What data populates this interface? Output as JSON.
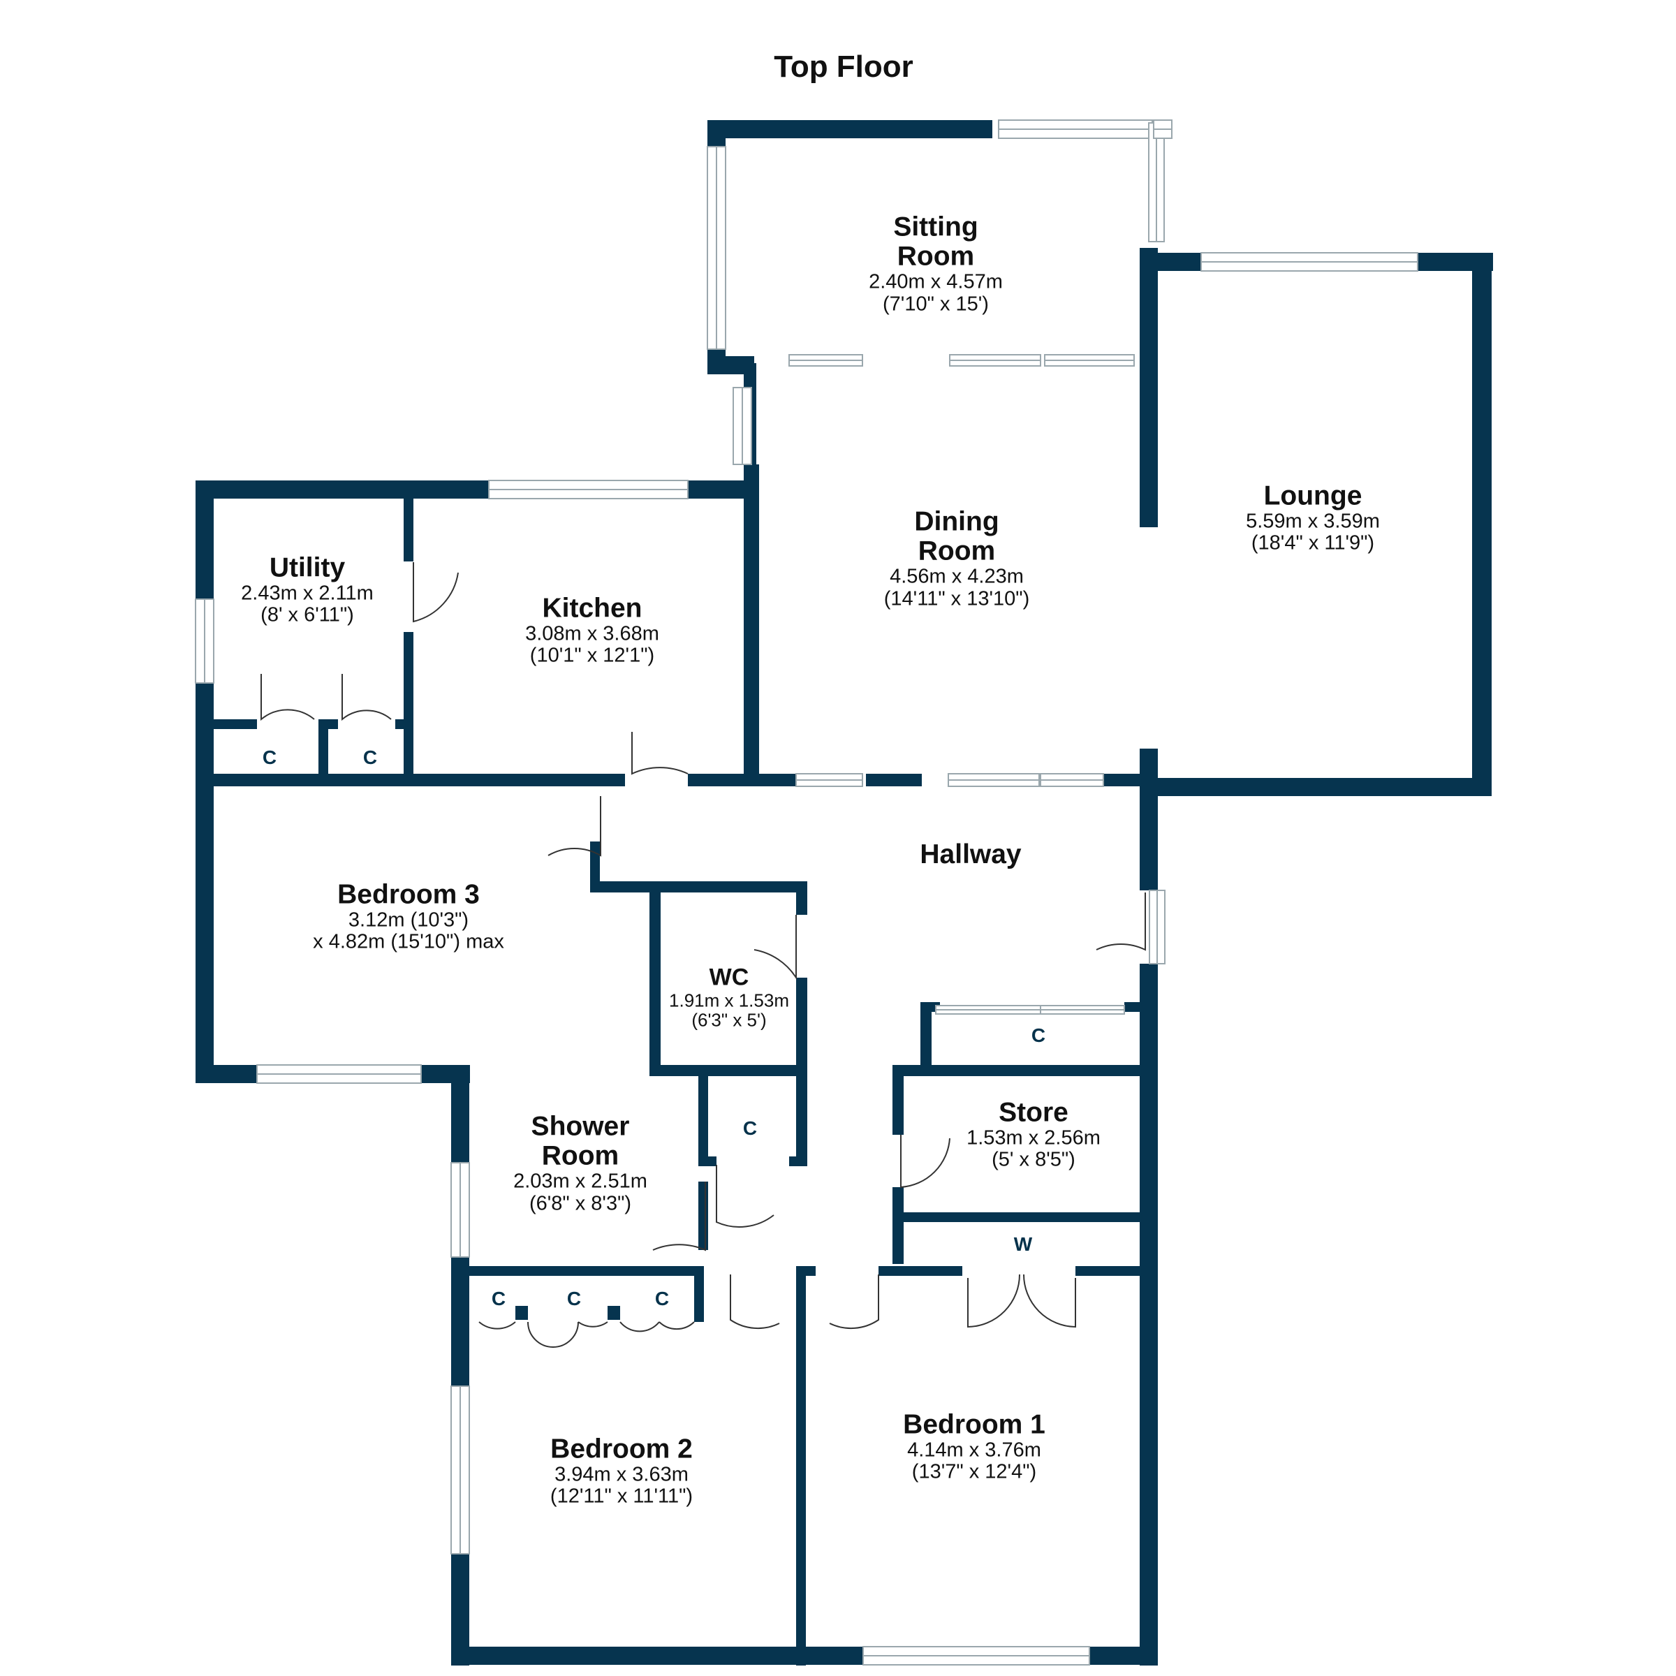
{
  "plan": {
    "title": "Top Floor",
    "colors": {
      "wall": "#06344f",
      "window_frame": "#9aa7ad",
      "door_arc": "#333333",
      "background": "#ffffff"
    },
    "rooms": {
      "sitting_room": {
        "name_line1": "Sitting",
        "name_line2": "Room",
        "dims_metric": "2.40m x 4.57m",
        "dims_imperial": "(7'10\" x 15')"
      },
      "lounge": {
        "name": "Lounge",
        "dims_metric": "5.59m x 3.59m",
        "dims_imperial": "(18'4\" x 11'9\")"
      },
      "dining_room": {
        "name_line1": "Dining",
        "name_line2": "Room",
        "dims_metric": "4.56m x 4.23m",
        "dims_imperial": "(14'11\" x 13'10\")"
      },
      "utility": {
        "name": "Utility",
        "dims_metric": "2.43m x 2.11m",
        "dims_imperial": "(8' x 6'11\")"
      },
      "kitchen": {
        "name": "Kitchen",
        "dims_metric": "3.08m x 3.68m",
        "dims_imperial": "(10'1\" x 12'1\")"
      },
      "hallway": {
        "name": "Hallway"
      },
      "bedroom_3": {
        "name": "Bedroom 3",
        "dims_line1": "3.12m (10'3\")",
        "dims_line2": "x 4.82m (15'10\") max"
      },
      "wc": {
        "name": "WC",
        "dims_metric": "1.91m x 1.53m",
        "dims_imperial": "(6'3\" x 5')"
      },
      "shower_room": {
        "name_line1": "Shower",
        "name_line2": "Room",
        "dims_metric": "2.03m x 2.51m",
        "dims_imperial": "(6'8\" x 8'3\")"
      },
      "store": {
        "name": "Store",
        "dims_metric": "1.53m x 2.56m",
        "dims_imperial": "(5' x 8'5\")"
      },
      "bedroom_2": {
        "name": "Bedroom 2",
        "dims_metric": "3.94m x 3.63m",
        "dims_imperial": "(12'11\" x 11'11\")"
      },
      "bedroom_1": {
        "name": "Bedroom 1",
        "dims_metric": "4.14m x 3.76m",
        "dims_imperial": "(13'7\" x 12'4\")"
      }
    },
    "closet_marks": {
      "utility_closet_1": "C",
      "utility_closet_2": "C",
      "hallway_closet": "C",
      "shower_closet": "C",
      "bedroom2_closet_1": "C",
      "bedroom2_closet_2": "C",
      "bedroom2_closet_3": "C",
      "bedroom1_wardrobe": "W"
    }
  }
}
